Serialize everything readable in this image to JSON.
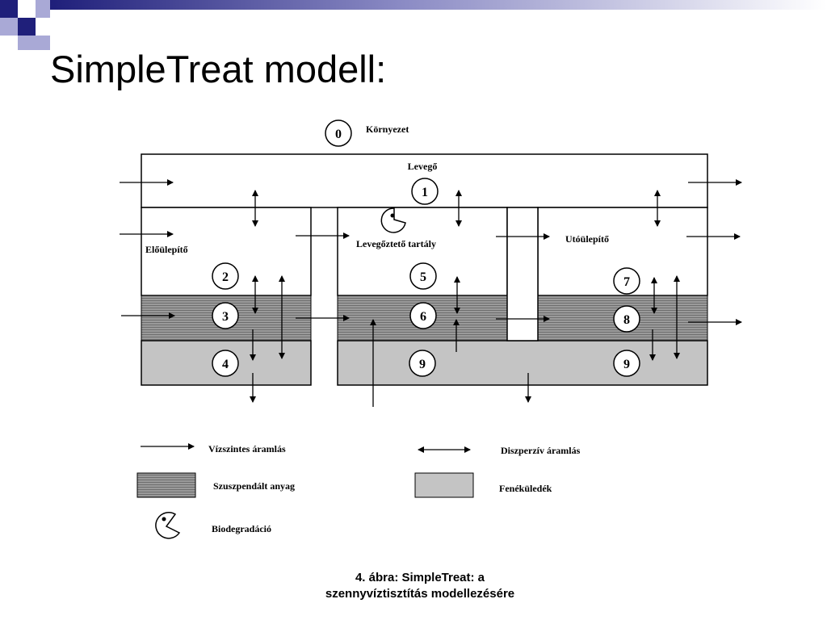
{
  "slide": {
    "title": "SimpleTreat modell:",
    "caption_line1": "4. ábra: SimpleTreat: a",
    "caption_line2": "szennyvíztisztítás modellezésére"
  },
  "diagram": {
    "environment_label": "Környezet",
    "air_label": "Levegő",
    "primary_clarifier_label": "Előülepítő",
    "aeration_tank_label": "Levegőztető tartály",
    "secondary_clarifier_label": "Utóülepítő",
    "compartments": {
      "c0": "0",
      "c1": "1",
      "c2": "2",
      "c3": "3",
      "c4": "4",
      "c5": "5",
      "c6": "6",
      "c7": "7",
      "c8": "8",
      "c9a": "9",
      "c9b": "9"
    }
  },
  "legend": {
    "horizontal_flow": "Vízszintes áramlás",
    "dispersive_flow": "Diszperzív áramlás",
    "suspended_matter": "Szuszpendált anyag",
    "sediment": "Fenéküledék",
    "biodegradation": "Biodegradáció"
  },
  "colors": {
    "accent_dark": "#1f1f7a",
    "accent_light": "#a9a9d6",
    "suspended": "#8a8a8a",
    "sediment": "#c4c4c4"
  }
}
